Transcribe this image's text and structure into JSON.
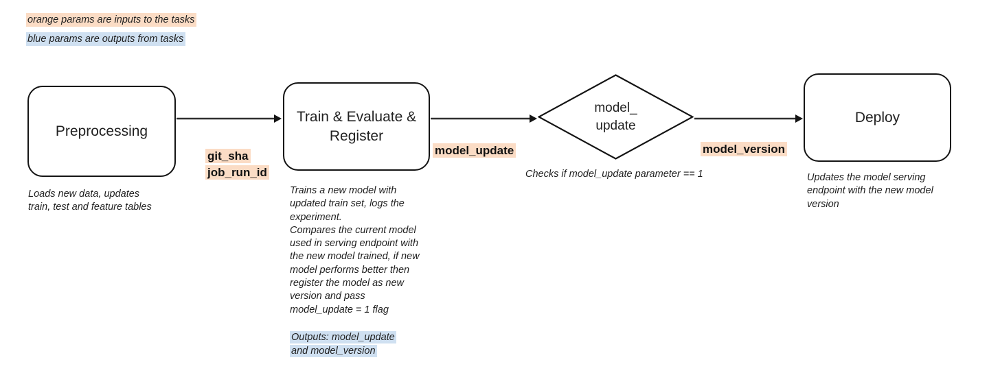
{
  "legend": {
    "orange_note": "orange params are inputs to the tasks",
    "blue_note": "blue params are outputs from tasks",
    "orange_color": "#fbdcc5",
    "blue_color": "#cfe0f1"
  },
  "nodes": {
    "preprocessing": {
      "label": "Preprocessing",
      "caption": "Loads new data, updates\ntrain, test and feature tables"
    },
    "train": {
      "label": "Train & Evaluate &\nRegister",
      "caption": "Trains a new model with\nupdated train set, logs the\nexperiment.\nCompares the current model\nused in serving endpoint with\nthe new model trained, if new\nmodel performs better then\nregister the model as new\nversion and pass\nmodel_update = 1 flag",
      "outputs_caption": "Outputs: model_update\nand model_version"
    },
    "decision": {
      "label": "model_\nupdate",
      "caption": "Checks if model_update parameter == 1"
    },
    "deploy": {
      "label": "Deploy",
      "caption": "Updates the model serving\nendpoint with the new model\nversion"
    }
  },
  "edges": {
    "preprocessing_to_train": {
      "label": "git_sha\njob_run_id"
    },
    "train_to_decision": {
      "label": "model_update"
    },
    "decision_to_deploy": {
      "label": "model_version"
    }
  },
  "style": {
    "stroke": "#141414"
  }
}
